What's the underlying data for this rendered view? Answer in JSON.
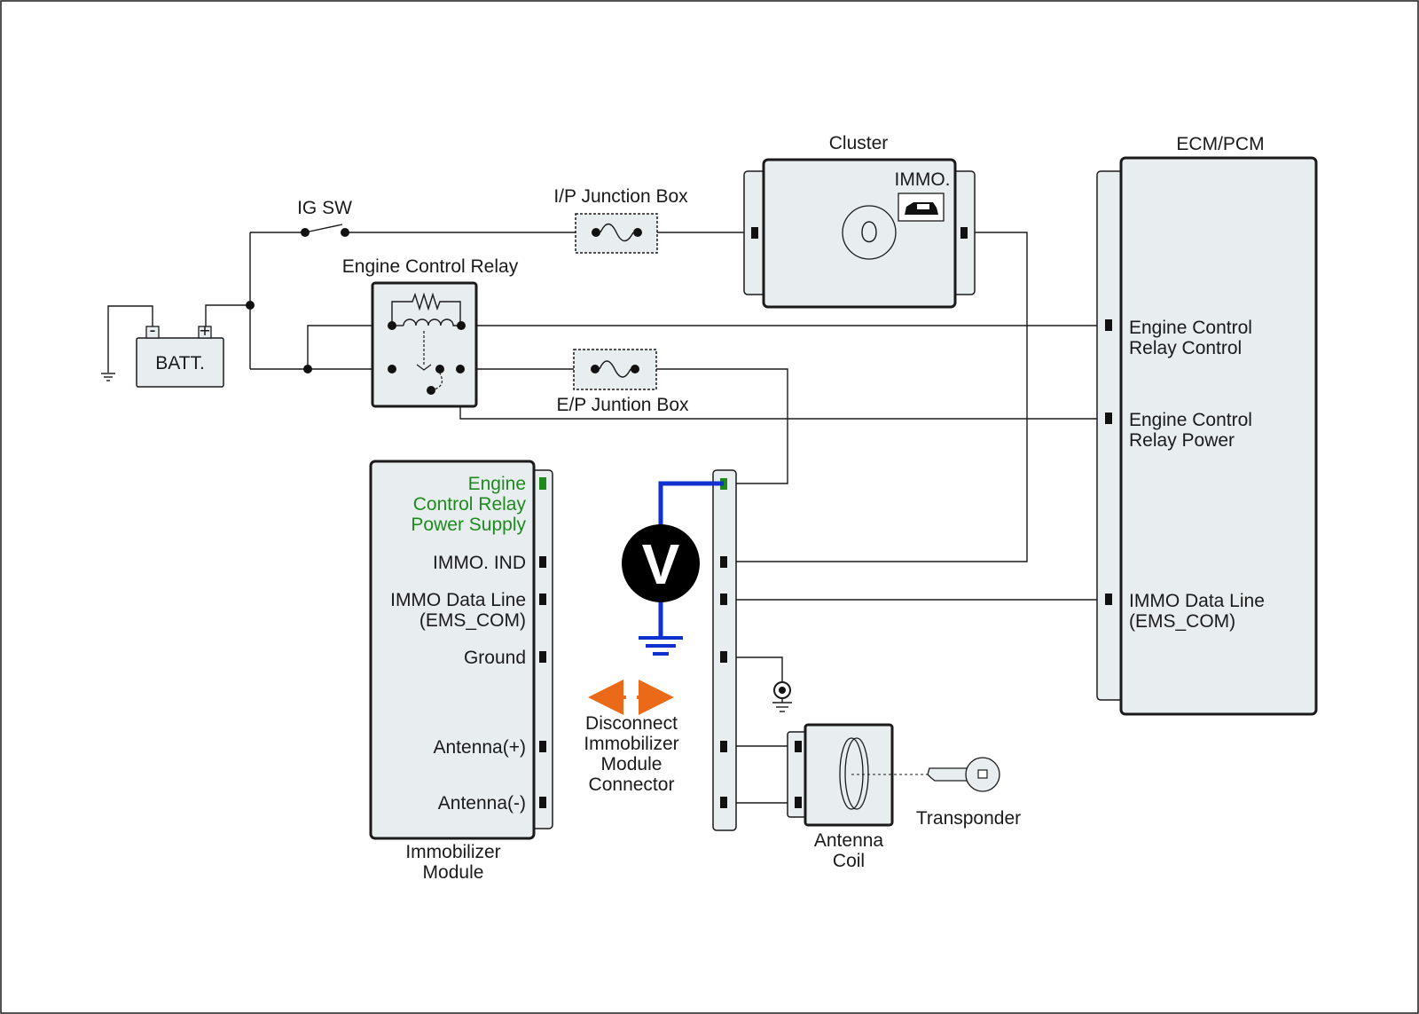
{
  "labels": {
    "cluster": "Cluster",
    "ecm": "ECM/PCM",
    "ig_sw": "IG SW",
    "ip_junction": "I/P Junction Box",
    "immo_cluster": "IMMO.",
    "engine_control_relay": "Engine Control Relay",
    "batt": "BATT.",
    "batt_minus": "-",
    "batt_plus": "+",
    "ep_junction": "E/P Juntion Box",
    "ecm_pins": {
      "relay_control_1": "Engine Control",
      "relay_control_2": "Relay Control",
      "relay_power_1": "Engine Control",
      "relay_power_2": "Relay Power",
      "data_line_1": "IMMO Data Line",
      "data_line_2": "(EMS_COM)"
    },
    "immo_pins": {
      "supply_1": "Engine",
      "supply_2": "Control Relay",
      "supply_3": "Power Supply",
      "ind": "IMMO. IND",
      "data_1": "IMMO Data Line",
      "data_2": "(EMS_COM)",
      "ground": "Ground",
      "ant_plus": "Antenna(+)",
      "ant_minus": "Antenna(-)"
    },
    "immo_module_1": "Immobilizer",
    "immo_module_2": "Module",
    "voltmeter": "V",
    "disconnect_1": "Disconnect",
    "disconnect_2": "Immobilizer",
    "disconnect_3": "Module",
    "disconnect_4": "Connector",
    "antenna_coil_1": "Antenna",
    "antenna_coil_2": "Coil",
    "transponder": "Transponder"
  },
  "colors": {
    "highlight_text": "#1e8a1e",
    "meter_lead": "#1030d0",
    "disconnect_arrow": "#ea6a1a",
    "component_fill": "#e8eef0"
  }
}
